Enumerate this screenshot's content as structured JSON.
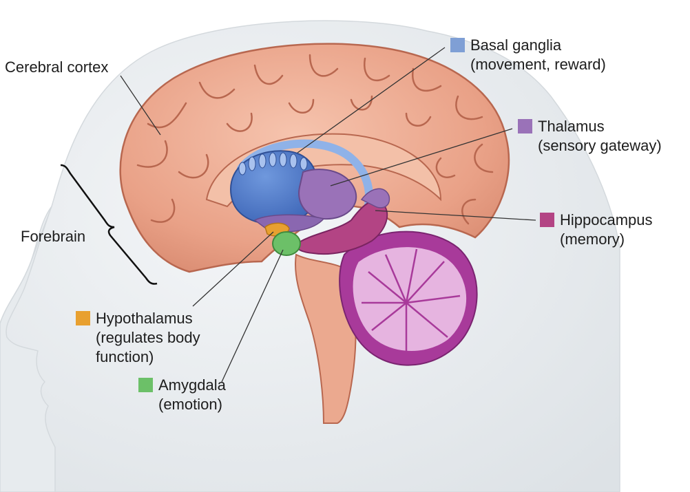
{
  "labels": {
    "cerebral_cortex": "Cerebral cortex",
    "forebrain": "Forebrain",
    "basal_ganglia": {
      "name": "Basal ganglia",
      "desc": "(movement, reward)",
      "color": "#7f9fd5"
    },
    "thalamus": {
      "name": "Thalamus",
      "desc": "(sensory gateway)",
      "color": "#9a72b8"
    },
    "hippocampus": {
      "name": "Hippocampus",
      "desc": "(memory)",
      "color": "#b34484"
    },
    "hypothalamus": {
      "name": "Hypothalamus",
      "desc1": "(regulates body",
      "desc2": "function)",
      "color": "#e8a030"
    },
    "amygdala": {
      "name": "Amygdala",
      "desc": "(emotion)",
      "color": "#6cc068"
    }
  },
  "colors": {
    "head": "#eceff2",
    "cortex": "#e9a187",
    "cortex_dark": "#b8674f",
    "cerebellum": "#a83a9a",
    "cerebellum_light": "#e6b4e0",
    "brainstem": "#eba98f"
  }
}
